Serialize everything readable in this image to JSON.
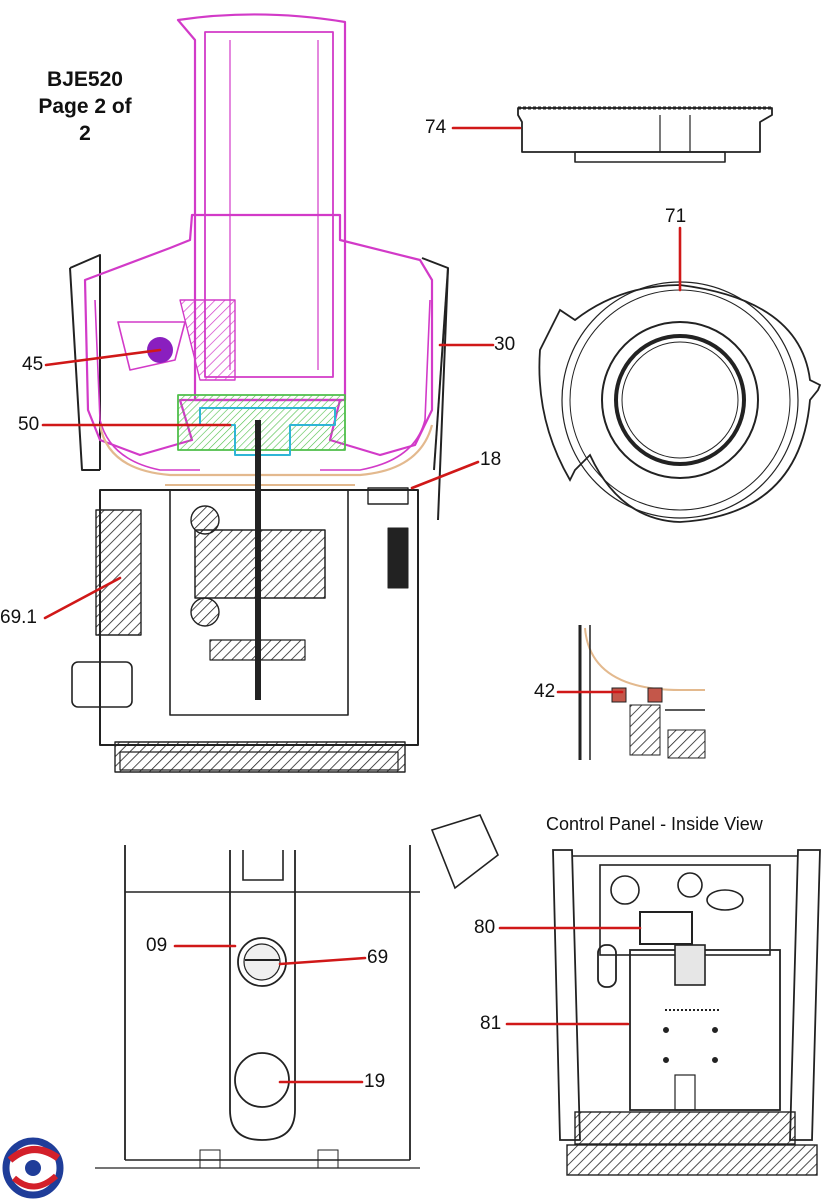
{
  "document": {
    "title_lines": [
      "BJE520",
      "Page 2 of",
      "2"
    ]
  },
  "callouts": [
    {
      "id": "74",
      "label": "74"
    },
    {
      "id": "71",
      "label": "71"
    },
    {
      "id": "45",
      "label": "45"
    },
    {
      "id": "30",
      "label": "30"
    },
    {
      "id": "50",
      "label": "50"
    },
    {
      "id": "18",
      "label": "18"
    },
    {
      "id": "69_1",
      "label": "69.1"
    },
    {
      "id": "42",
      "label": "42"
    },
    {
      "id": "09",
      "label": "09"
    },
    {
      "id": "69",
      "label": "69"
    },
    {
      "id": "19",
      "label": "19"
    },
    {
      "id": "80",
      "label": "80"
    },
    {
      "id": "81",
      "label": "81"
    }
  ],
  "control_panel": {
    "title": "Control Panel - Inside View"
  },
  "colors": {
    "leader": "#d01818",
    "line": "#222222",
    "magenta": "#d23ac8",
    "green": "#4fbf4a",
    "cyan": "#2fb5d6",
    "tan": "#e3b98e",
    "logo_red": "#d3202a",
    "logo_blue": "#1f3d99"
  }
}
